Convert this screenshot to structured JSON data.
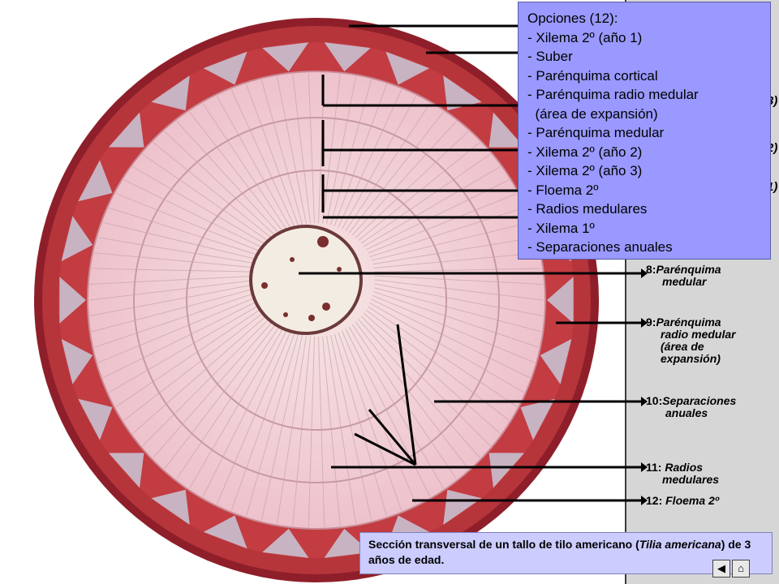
{
  "options_panel": {
    "heading": "Opciones (12):",
    "items": [
      "- Xilema 2º (año 1)",
      "- Suber",
      "- Parénquima cortical",
      "- Parénquima radio medular",
      "  (área de expansión)",
      "- Parénquima medular",
      "- Xilema 2º (año 2)",
      "- Xilema 2º (año 3)",
      "- Floema 2º",
      "- Radios medulares",
      "- Xilema 1º",
      "- Separaciones anuales"
    ]
  },
  "partial_labels": [
    "3)",
    "2)",
    "1)"
  ],
  "answer_labels": [
    {
      "num": "8:",
      "line1": "Parénquima",
      "rest": [
        "medular"
      ]
    },
    {
      "num": "9:",
      "line1": "Parénquima",
      "rest": [
        "radio medular",
        "(área de",
        "expansión)"
      ]
    },
    {
      "num": "10:",
      "line1": "Separaciones",
      "rest": [
        "anuales"
      ]
    },
    {
      "num": "11: ",
      "line1": "Radios",
      "rest": [
        "medulares"
      ]
    },
    {
      "num": "12: ",
      "line1": "Floema 2º",
      "rest": []
    }
  ],
  "caption": {
    "part1": "Sección transversal de un tallo de tilo americano (",
    "italic": "Tilia americana",
    "part2": ") de 3 años de edad."
  },
  "nav": {
    "back_symbol": "◀",
    "home_symbol": "⌂"
  },
  "colors": {
    "sidebar": "#d6d6d6",
    "options_bg": "#9999ff",
    "caption_bg": "#ccccff",
    "bark": "#a3262a",
    "phloem_wedge": "#c8c8d8",
    "xylem": "#f4d4dc",
    "pith": "#f2ebe0"
  }
}
